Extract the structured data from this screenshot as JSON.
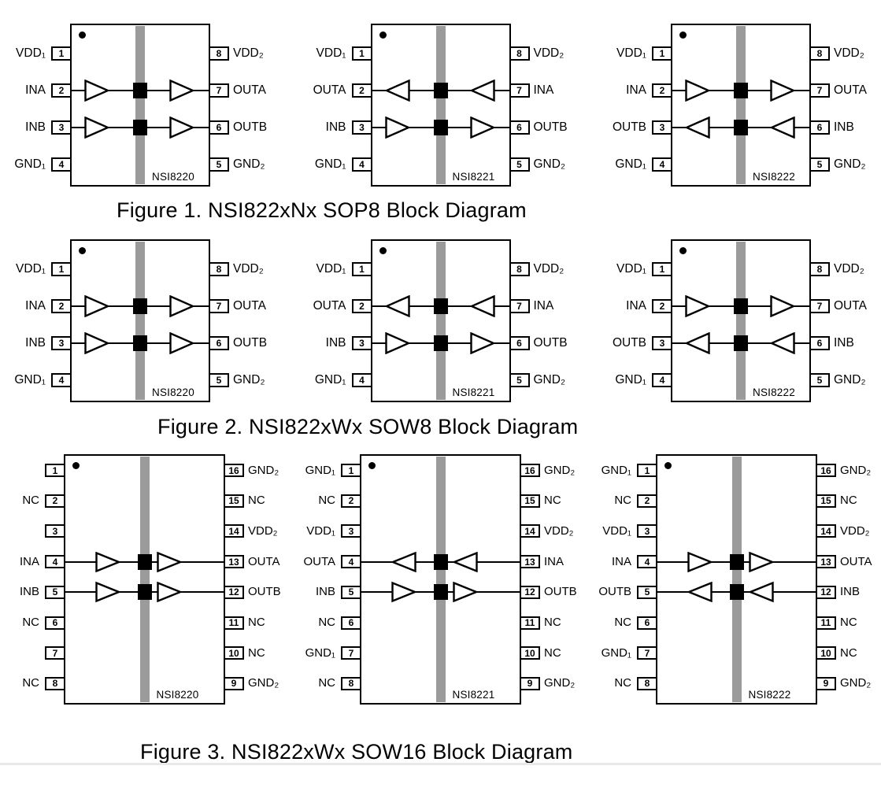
{
  "page": {
    "background": "#ffffff",
    "ink": "#000000",
    "barrier_color": "#9b9b9b"
  },
  "figures": [
    {
      "caption": "Figure 1. NSI822xNx SOP8 Block Diagram",
      "chips": [
        {
          "part": "NSI8220",
          "left_pins": [
            {
              "num": "1",
              "label": "VDD₁"
            },
            {
              "num": "2",
              "label": "INA"
            },
            {
              "num": "3",
              "label": "INB"
            },
            {
              "num": "4",
              "label": "GND₁"
            }
          ],
          "right_pins": [
            {
              "num": "8",
              "label": "VDD₂"
            },
            {
              "num": "7",
              "label": "OUTA"
            },
            {
              "num": "6",
              "label": "OUTB"
            },
            {
              "num": "5",
              "label": "GND₂"
            }
          ],
          "channels": [
            {
              "row": 1,
              "dir": "right"
            },
            {
              "row": 2,
              "dir": "right"
            }
          ]
        },
        {
          "part": "NSI8221",
          "left_pins": [
            {
              "num": "1",
              "label": "VDD₁"
            },
            {
              "num": "2",
              "label": "OUTA"
            },
            {
              "num": "3",
              "label": "INB"
            },
            {
              "num": "4",
              "label": "GND₁"
            }
          ],
          "right_pins": [
            {
              "num": "8",
              "label": "VDD₂"
            },
            {
              "num": "7",
              "label": "INA"
            },
            {
              "num": "6",
              "label": "OUTB"
            },
            {
              "num": "5",
              "label": "GND₂"
            }
          ],
          "channels": [
            {
              "row": 1,
              "dir": "left"
            },
            {
              "row": 2,
              "dir": "right"
            }
          ]
        },
        {
          "part": "NSI8222",
          "left_pins": [
            {
              "num": "1",
              "label": "VDD₁"
            },
            {
              "num": "2",
              "label": "INA"
            },
            {
              "num": "3",
              "label": "OUTB"
            },
            {
              "num": "4",
              "label": "GND₁"
            }
          ],
          "right_pins": [
            {
              "num": "8",
              "label": "VDD₂"
            },
            {
              "num": "7",
              "label": "OUTA"
            },
            {
              "num": "6",
              "label": "INB"
            },
            {
              "num": "5",
              "label": "GND₂"
            }
          ],
          "channels": [
            {
              "row": 1,
              "dir": "right"
            },
            {
              "row": 2,
              "dir": "left"
            }
          ]
        }
      ]
    },
    {
      "caption": "Figure 2. NSI822xWx SOW8 Block Diagram",
      "chips": [
        {
          "part": "NSI8220",
          "left_pins": [
            {
              "num": "1",
              "label": "VDD₁"
            },
            {
              "num": "2",
              "label": "INA"
            },
            {
              "num": "3",
              "label": "INB"
            },
            {
              "num": "4",
              "label": "GND₁"
            }
          ],
          "right_pins": [
            {
              "num": "8",
              "label": "VDD₂"
            },
            {
              "num": "7",
              "label": "OUTA"
            },
            {
              "num": "6",
              "label": "OUTB"
            },
            {
              "num": "5",
              "label": "GND₂"
            }
          ],
          "channels": [
            {
              "row": 1,
              "dir": "right"
            },
            {
              "row": 2,
              "dir": "right"
            }
          ]
        },
        {
          "part": "NSI8221",
          "left_pins": [
            {
              "num": "1",
              "label": "VDD₁"
            },
            {
              "num": "2",
              "label": "OUTA"
            },
            {
              "num": "3",
              "label": "INB"
            },
            {
              "num": "4",
              "label": "GND₁"
            }
          ],
          "right_pins": [
            {
              "num": "8",
              "label": "VDD₂"
            },
            {
              "num": "7",
              "label": "INA"
            },
            {
              "num": "6",
              "label": "OUTB"
            },
            {
              "num": "5",
              "label": "GND₂"
            }
          ],
          "channels": [
            {
              "row": 1,
              "dir": "left"
            },
            {
              "row": 2,
              "dir": "right"
            }
          ]
        },
        {
          "part": "NSI8222",
          "left_pins": [
            {
              "num": "1",
              "label": "VDD₁"
            },
            {
              "num": "2",
              "label": "INA"
            },
            {
              "num": "3",
              "label": "OUTB"
            },
            {
              "num": "4",
              "label": "GND₁"
            }
          ],
          "right_pins": [
            {
              "num": "8",
              "label": "VDD₂"
            },
            {
              "num": "7",
              "label": "OUTA"
            },
            {
              "num": "6",
              "label": "INB"
            },
            {
              "num": "5",
              "label": "GND₂"
            }
          ],
          "channels": [
            {
              "row": 1,
              "dir": "right"
            },
            {
              "row": 2,
              "dir": "left"
            }
          ]
        }
      ]
    },
    {
      "caption": "Figure 3. NSI822xWx SOW16 Block Diagram",
      "chips": [
        {
          "part": "NSI8220",
          "left_pins": [
            {
              "num": "1",
              "label": ""
            },
            {
              "num": "2",
              "label": "NC"
            },
            {
              "num": "3",
              "label": ""
            },
            {
              "num": "4",
              "label": "INA"
            },
            {
              "num": "5",
              "label": "INB"
            },
            {
              "num": "6",
              "label": "NC"
            },
            {
              "num": "7",
              "label": ""
            },
            {
              "num": "8",
              "label": "NC"
            }
          ],
          "right_pins": [
            {
              "num": "16",
              "label": "GND₂"
            },
            {
              "num": "15",
              "label": "NC"
            },
            {
              "num": "14",
              "label": "VDD₂"
            },
            {
              "num": "13",
              "label": "OUTA"
            },
            {
              "num": "12",
              "label": "OUTB"
            },
            {
              "num": "11",
              "label": "NC"
            },
            {
              "num": "10",
              "label": "NC"
            },
            {
              "num": "9",
              "label": "GND₂"
            }
          ],
          "channels": [
            {
              "row": 3,
              "dir": "right"
            },
            {
              "row": 4,
              "dir": "right"
            }
          ]
        },
        {
          "part": "NSI8221",
          "left_pins": [
            {
              "num": "1",
              "label": "GND₁"
            },
            {
              "num": "2",
              "label": "NC"
            },
            {
              "num": "3",
              "label": "VDD₁"
            },
            {
              "num": "4",
              "label": "OUTA"
            },
            {
              "num": "5",
              "label": "INB"
            },
            {
              "num": "6",
              "label": "NC"
            },
            {
              "num": "7",
              "label": "GND₁"
            },
            {
              "num": "8",
              "label": "NC"
            }
          ],
          "right_pins": [
            {
              "num": "16",
              "label": "GND₂"
            },
            {
              "num": "15",
              "label": "NC"
            },
            {
              "num": "14",
              "label": "VDD₂"
            },
            {
              "num": "13",
              "label": "INA"
            },
            {
              "num": "12",
              "label": "OUTB"
            },
            {
              "num": "11",
              "label": "NC"
            },
            {
              "num": "10",
              "label": "NC"
            },
            {
              "num": "9",
              "label": "GND₂"
            }
          ],
          "channels": [
            {
              "row": 3,
              "dir": "left"
            },
            {
              "row": 4,
              "dir": "right"
            }
          ]
        },
        {
          "part": "NSI8222",
          "left_pins": [
            {
              "num": "1",
              "label": "GND₁"
            },
            {
              "num": "2",
              "label": "NC"
            },
            {
              "num": "3",
              "label": "VDD₁"
            },
            {
              "num": "4",
              "label": "INA"
            },
            {
              "num": "5",
              "label": "OUTB"
            },
            {
              "num": "6",
              "label": "NC"
            },
            {
              "num": "7",
              "label": "GND₁"
            },
            {
              "num": "8",
              "label": "NC"
            }
          ],
          "right_pins": [
            {
              "num": "16",
              "label": "GND₂"
            },
            {
              "num": "15",
              "label": "NC"
            },
            {
              "num": "14",
              "label": "VDD₂"
            },
            {
              "num": "13",
              "label": "OUTA"
            },
            {
              "num": "12",
              "label": "INB"
            },
            {
              "num": "11",
              "label": "NC"
            },
            {
              "num": "10",
              "label": "NC"
            },
            {
              "num": "9",
              "label": "GND₂"
            }
          ],
          "channels": [
            {
              "row": 3,
              "dir": "right"
            },
            {
              "row": 4,
              "dir": "left"
            }
          ]
        }
      ]
    }
  ]
}
